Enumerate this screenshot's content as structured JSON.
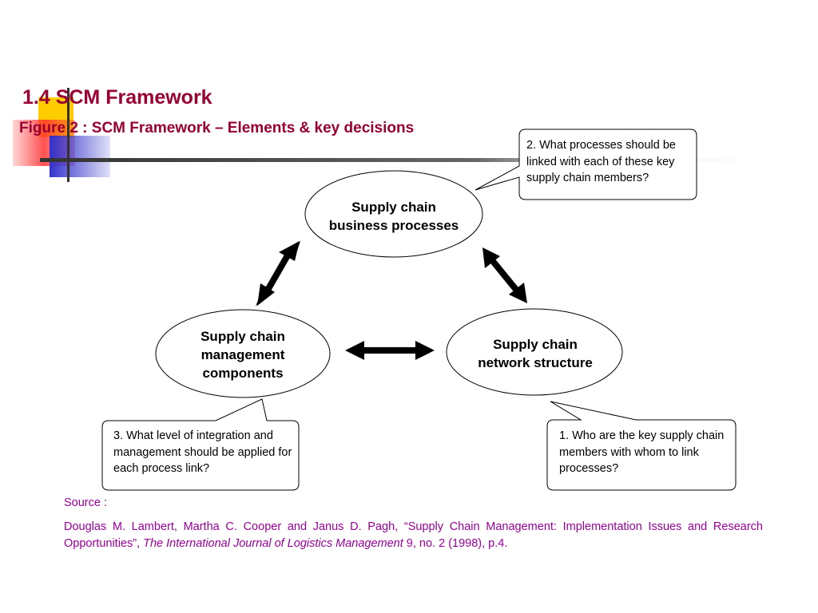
{
  "slide": {
    "title": "1.4  SCM Framework",
    "subtitle": "Figure 2 : SCM  Framework – Elements & key decisions"
  },
  "nodes": {
    "processes": "Supply chain\nbusiness processes",
    "components": "Supply chain\nmanagement\ncomponents",
    "network": "Supply chain\nnetwork structure"
  },
  "callouts": {
    "q2": "2.  What processes should be linked with each of these key supply chain members?",
    "q3": "3.  What level of integration and management should be applied for each process link?",
    "q1": "1.  Who are the key supply chain members with whom to link processes?"
  },
  "source": {
    "label": "Source :",
    "citation_pre": "Douglas M. Lambert, Martha C. Cooper and Janus D. Pagh, “Supply Chain Management:  Implementation Issues and Research Opportunities”, ",
    "journal": "The International Journal of Logistics Management",
    "citation_post": " 9, no. 2 (1998), p.4."
  },
  "colors": {
    "title": "#990033",
    "source": "#990099",
    "deco_yellow": "#FFCC00",
    "deco_red": "#FF3333",
    "deco_blue": "#3333CC"
  }
}
